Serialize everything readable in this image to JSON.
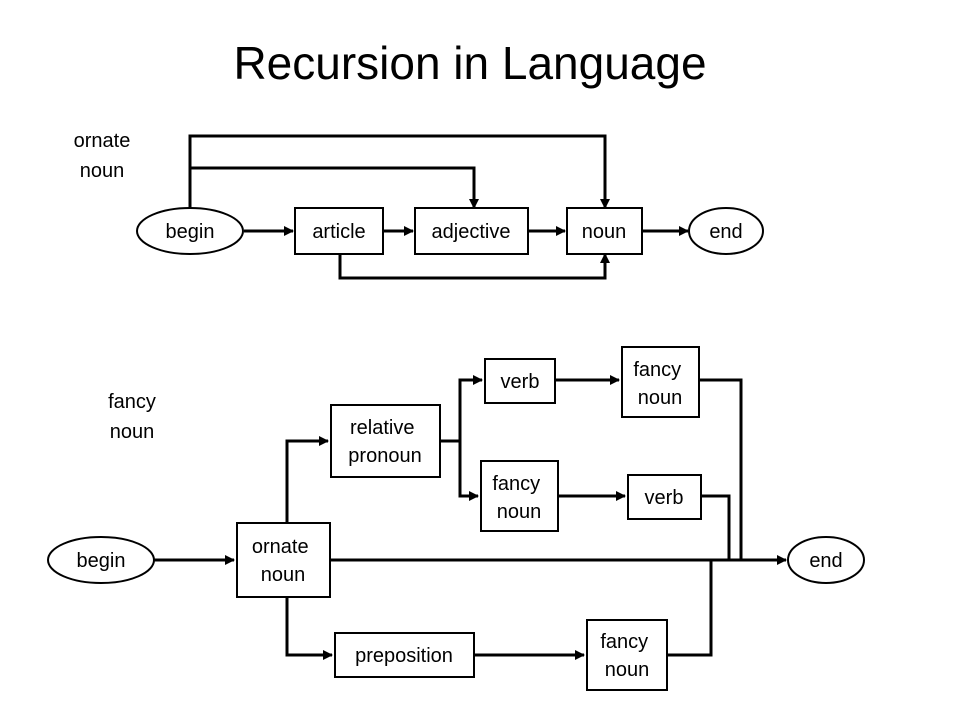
{
  "title": "Recursion in Language",
  "ornate_noun": {
    "label": "ornate\nnoun",
    "nodes": {
      "begin": "begin",
      "article": "article",
      "adjective": "adjective",
      "noun": "noun",
      "end": "end"
    }
  },
  "fancy_noun": {
    "label": "fancy\nnoun",
    "nodes": {
      "begin": "begin",
      "ornate_noun": [
        "ornate",
        "noun"
      ],
      "relative_pronoun": [
        "relative",
        "pronoun"
      ],
      "verb_top": "verb",
      "fancy_noun_top": [
        "fancy",
        "noun"
      ],
      "fancy_noun_middle": [
        "fancy",
        "noun"
      ],
      "verb_middle": "verb",
      "preposition": "preposition",
      "fancy_noun_bottom": [
        "fancy",
        "noun"
      ],
      "end": "end"
    }
  }
}
